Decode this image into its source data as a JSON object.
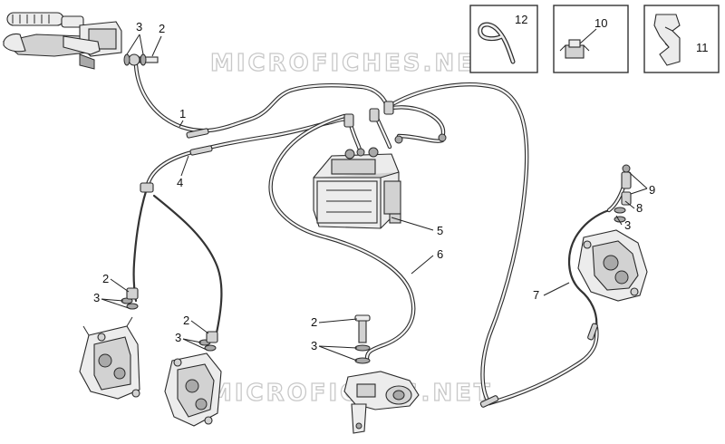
{
  "watermark": "MICROFICHES.NET",
  "callouts": {
    "c1": "1",
    "c2_lever": "2",
    "c3_lever": "3",
    "c4": "4",
    "c5": "5",
    "c6": "6",
    "c7": "7",
    "c8": "8",
    "c9": "9",
    "c2_caliper_left": "2",
    "c3_caliper_left": "3",
    "c2_caliper_mid": "2",
    "c3_caliper_mid": "3",
    "c2_master": "2",
    "c3_master": "3",
    "c3_rear": "3",
    "c10": "10",
    "c11": "11",
    "c12": "12"
  }
}
